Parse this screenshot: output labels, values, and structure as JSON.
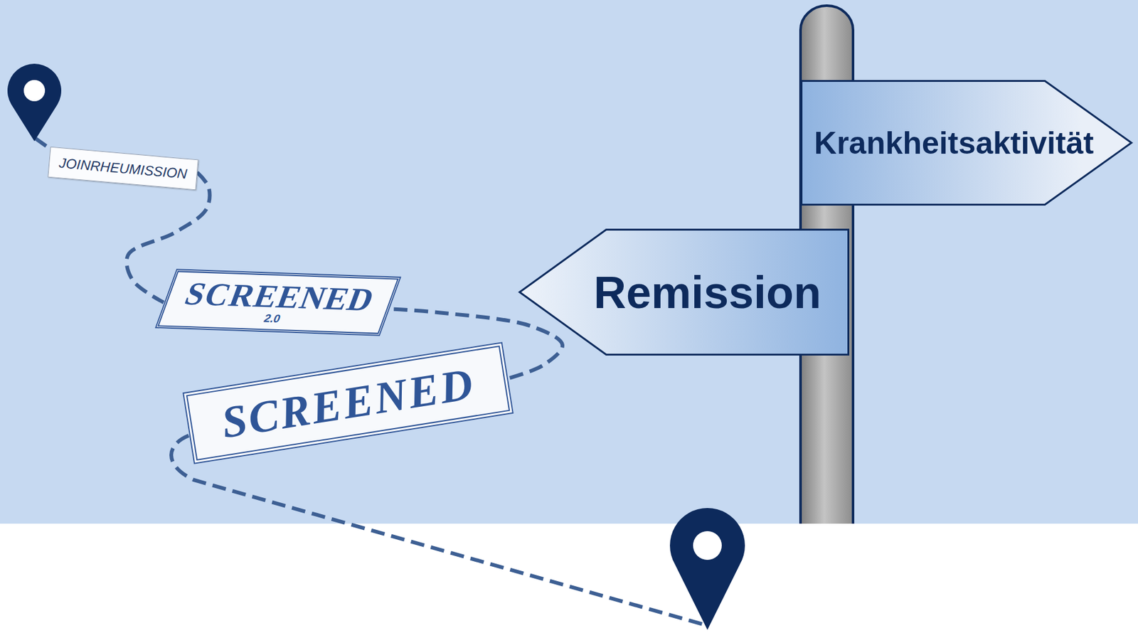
{
  "diagram": {
    "nodes": [
      {
        "text": [
          "JOINRHEUMISSION"
        ]
      },
      {
        "text": [
          "SCREENED",
          "2.0"
        ]
      },
      {
        "text": [
          "SCREENED"
        ]
      },
      {
        "text": [
          "Krankheitsaktivität"
        ]
      },
      {
        "text": [
          "Remission"
        ]
      }
    ],
    "edges": [
      {
        "from": 0,
        "to": 1,
        "arrow": "none"
      },
      {
        "from": 1,
        "to": 2,
        "arrow": "none"
      }
    ]
  }
}
